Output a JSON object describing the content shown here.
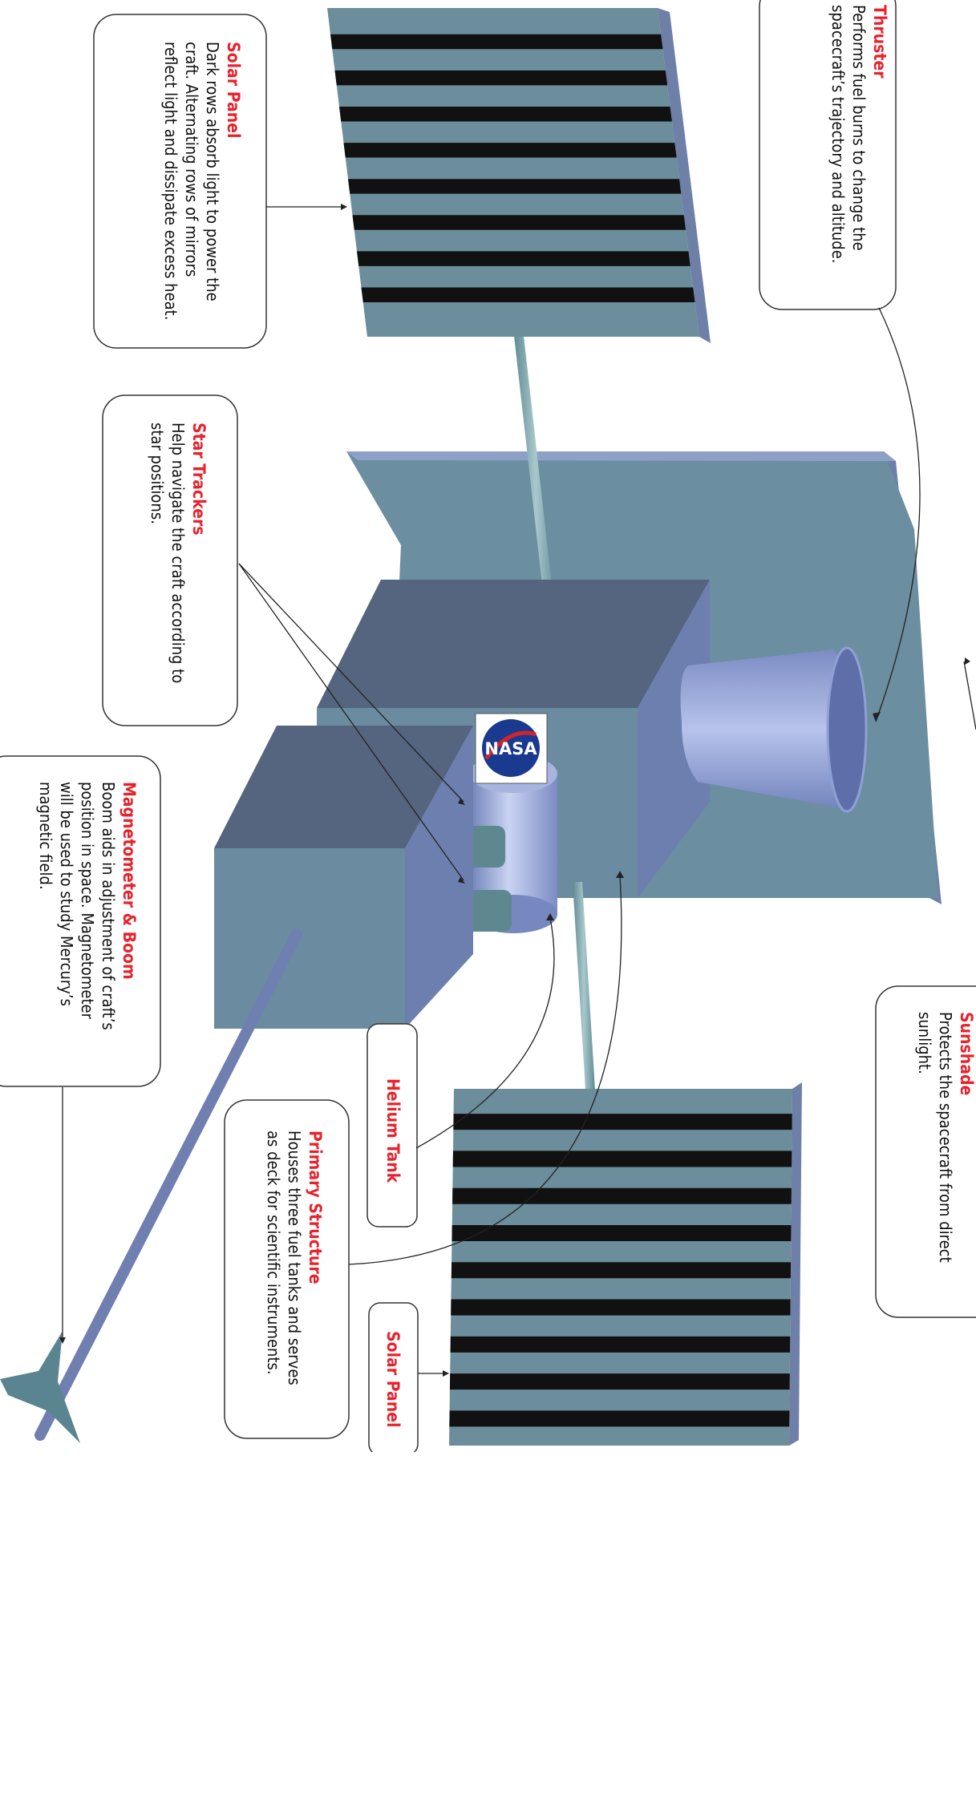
{
  "colors": {
    "accent_title": "#e8222c",
    "panel_cell": "#6b8d9c",
    "panel_stripe": "#111111",
    "panel_edge": "#6e7fa8",
    "sunshade_face": "#6b8ea0",
    "bus_top": "#55657f",
    "bus_side": "#6a8ba0",
    "thruster": "#8a9bd0",
    "strut": "#7fa3aa"
  },
  "callouts": [
    {
      "id": "thruster",
      "title": "Thruster",
      "text": "Performs fuel burns to change the\nspacecraft’s trajectory and altitude."
    },
    {
      "id": "solar-panel-top",
      "title": "Solar Panel",
      "text": "Dark rows absorb light to power the\ncraft.  Alternating rows of mirrors\nreflect light and dissipate excess heat."
    },
    {
      "id": "star-trackers",
      "title": "Star Trackers",
      "text": "Help navigate the craft according to\nstar positions."
    },
    {
      "id": "magnetometer",
      "title": "Magnetometer & Boom",
      "text": "Boom aids in adjustment of craft’s\nposition in space.  Magnetometer\nwill be used to study Mercury’s\nmagnetic field."
    },
    {
      "id": "sunshade",
      "title": "Sunshade",
      "text": "Protects the spacecraft from direct\nsunlight."
    },
    {
      "id": "primary-structure",
      "title": "Primary Structure",
      "text": "Houses three fuel tanks and serves\nas deck for scientific instruments."
    },
    {
      "id": "helium-tank",
      "title": "Helium Tank",
      "text": ""
    },
    {
      "id": "solar-panel-bottom",
      "title": "Solar Panel",
      "text": ""
    }
  ],
  "icons": {
    "logo": "nasa-meatball-logo"
  },
  "logo_text": "NASA"
}
